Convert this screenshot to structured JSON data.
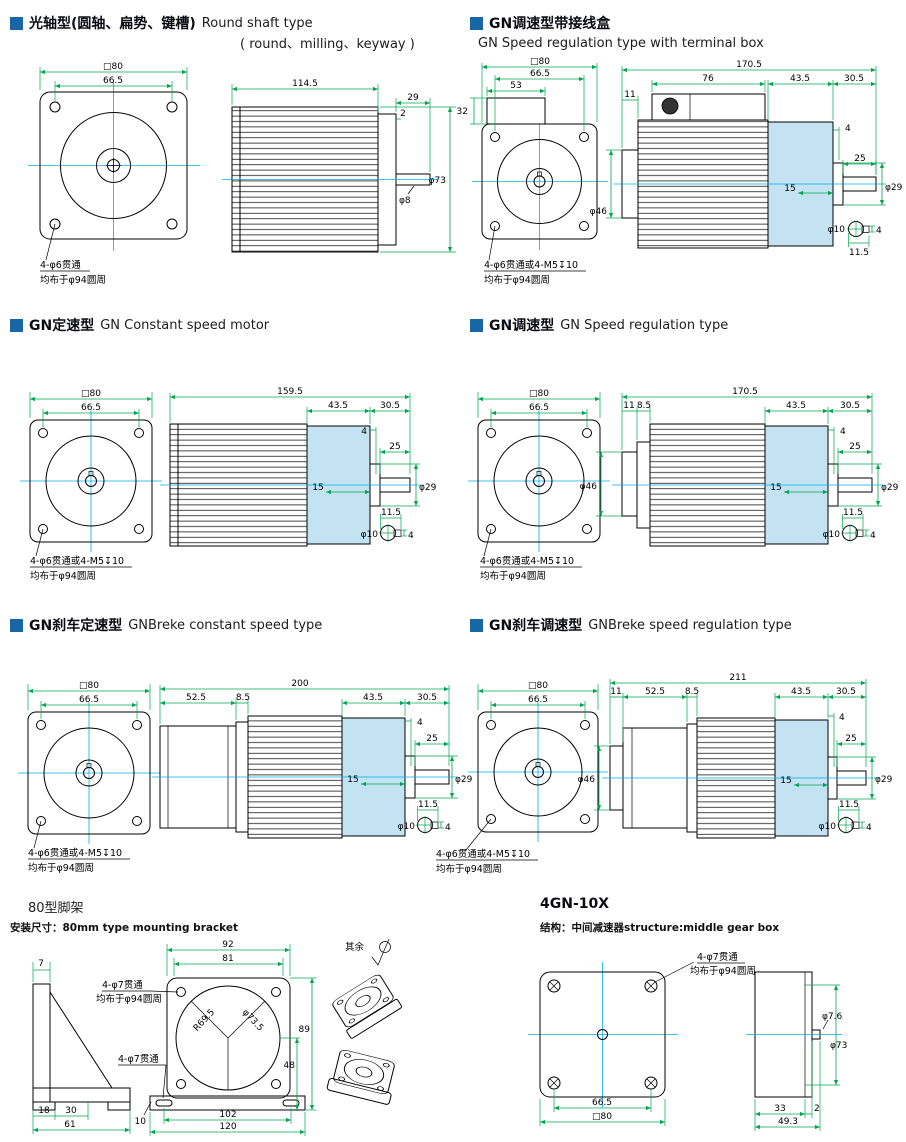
{
  "page": {
    "background": "#ffffff",
    "accent_blue": "#1766a5",
    "dimension_green": "#00a651",
    "centerline_cyan": "#00aeef",
    "gearbox_fill": "#c3e2f2"
  },
  "sections": {
    "s1": {
      "title_zh": "光轴型(圆轴、扁势、键槽)",
      "title_en": "Round shaft type",
      "title_en_sub": "( round、milling、keyway )",
      "note1": "4-φ6贯通",
      "note2": "均布于φ94圆周",
      "dims": {
        "sq80": "□80",
        "d66_5": "66.5",
        "d114_5": "114.5",
        "d29": "29",
        "d2": "2",
        "phi73": "φ73",
        "phi8": "φ8"
      }
    },
    "s2": {
      "title_zh": "GN调速型带接线盒",
      "title_en": "GN Speed regulation type with terminal box",
      "note1": "4-φ6贯通或4-M5↧10",
      "note2": "均布于φ94圆周",
      "dims": {
        "sq80": "□80",
        "d66_5": "66.5",
        "d53": "53",
        "d32": "32",
        "d170_5": "170.5",
        "d76": "76",
        "d43_5": "43.5",
        "d30_5": "30.5",
        "d11": "11",
        "d4": "4",
        "d25": "25",
        "d15": "15",
        "phi46": "φ46",
        "phi29": "φ29",
        "phi10": "φ10",
        "key4": "4",
        "d11_5": "11.5"
      }
    },
    "s3": {
      "title_zh": "GN定速型",
      "title_en": "GN Constant speed motor",
      "note1": "4-φ6贯通或4-M5↧10",
      "note2": "均布于φ94圆周",
      "dims": {
        "sq80": "□80",
        "d66_5": "66.5",
        "d159_5": "159.5",
        "d43_5": "43.5",
        "d30_5": "30.5",
        "d4": "4",
        "d25": "25",
        "d15": "15",
        "phi29": "φ29",
        "d11_5": "11.5",
        "phi10": "φ10",
        "key4": "4"
      }
    },
    "s4": {
      "title_zh": "GN调速型",
      "title_en": "GN Speed regulation type",
      "note1": "4-φ6贯通或4-M5↧10",
      "note2": "均布于φ94圆周",
      "dims": {
        "sq80": "□80",
        "d66_5": "66.5",
        "d170_5": "170.5",
        "d11": "11",
        "d8_5": "8.5",
        "d43_5": "43.5",
        "d30_5": "30.5",
        "d4": "4",
        "d25": "25",
        "d15": "15",
        "phi46": "φ46",
        "phi29": "φ29",
        "d11_5": "11.5",
        "phi10": "φ10",
        "key4": "4"
      }
    },
    "s5": {
      "title_zh": "GN刹车定速型",
      "title_en": "GNBreke constant speed type",
      "note1": "4-φ6贯通或4-M5↧10",
      "note2": "均布于φ94圆周",
      "dims": {
        "sq80": "□80",
        "d66_5": "66.5",
        "d200": "200",
        "d52_5": "52.5",
        "d8_5": "8.5",
        "d43_5": "43.5",
        "d30_5": "30.5",
        "d4": "4",
        "d25": "25",
        "d15": "15",
        "phi29": "φ29",
        "d11_5": "11.5",
        "phi10": "φ10",
        "key4": "4"
      }
    },
    "s6": {
      "title_zh": "GN刹车调速型",
      "title_en": "GNBreke speed regulation type",
      "note1": "4-φ6贯通或4-M5↧10",
      "note2": "均布于φ94圆周",
      "dims": {
        "sq80": "□80",
        "d66_5": "66.5",
        "d211": "211",
        "d11": "11",
        "d52_5": "52.5",
        "d8_5": "8.5",
        "d43_5": "43.5",
        "d30_5": "30.5",
        "d4": "4",
        "d25": "25",
        "d15": "15",
        "phi46": "φ46",
        "phi29": "φ29",
        "d11_5": "11.5",
        "phi10": "φ10",
        "key4": "4"
      }
    },
    "s7": {
      "title": "80型脚架",
      "subtitle": "安装尺寸：80mm type mounting bracket",
      "surface_note": "其余",
      "note1": "4-φ7贯通",
      "note2": "均布于φ94圆周",
      "note3": "4-φ7贯通",
      "dims": {
        "d7": "7",
        "d92": "92",
        "d81": "81",
        "r69_5": "R69.5",
        "phi73_5": "φ73.5",
        "d89": "89",
        "d48": "48",
        "d18": "18",
        "d30": "30",
        "d61": "61",
        "d10": "10",
        "d102": "102",
        "d120": "120"
      }
    },
    "s8": {
      "title": "4GN-10X",
      "subtitle": "结构：中间减速器structure:middle gear box",
      "note1": "4-φ7贯通",
      "note2": "均布于φ94圆周",
      "dims": {
        "d66_5": "66.5",
        "sq80": "□80",
        "phi7_6": "φ7.6",
        "phi73": "φ73",
        "d33": "33",
        "d2": "2",
        "d49_3": "49.3"
      }
    }
  }
}
